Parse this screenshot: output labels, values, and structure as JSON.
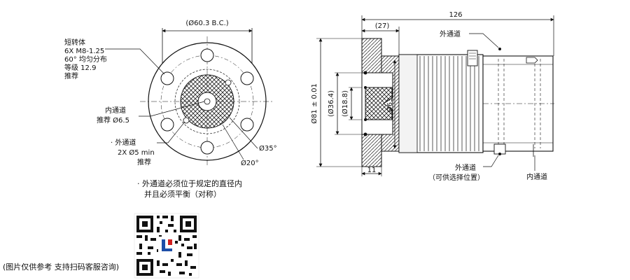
{
  "front_view": {
    "bolt_circle_dim": "(Ø60.3 B.C.)",
    "short_rotor_label": [
      "短转体",
      "6X M8-1.25",
      "60° 均匀分布",
      "等级 12.9",
      "推荐"
    ],
    "inner_channel_label": [
      "内通道",
      "推荐 Ø6.5"
    ],
    "outer_channel_label": [
      "· 外通道",
      "2X Ø5 min",
      "推荐"
    ],
    "angle_35": "Ø35°",
    "angle_20": "Ø20°",
    "note_lines": [
      "· 外通道必须位于规定的直径内",
      "并且必须平衡（对称）"
    ]
  },
  "side_view": {
    "overall_length": "126",
    "flange_length": "(27)",
    "outer_top_label": "外通道",
    "dim_outer_dia": "Ø81 ± 0.01",
    "dim_36_4": "(Ø36.4)",
    "dim_18_8": "(Ø18.8)",
    "dim_63": "Ø63",
    "dim_11": "11",
    "outer_bottom_label": [
      "外通道",
      "（可供选择位置）"
    ],
    "inner_bottom_label": "内通道"
  },
  "footer": {
    "caption": "(图片仅供参考 支持扫码客服咨询)"
  },
  "colors": {
    "line": "#111111",
    "hatch": "#222222",
    "grey_body": "#cfcfcf",
    "qr_logo_blue": "#1e4fa8",
    "qr_logo_red": "#d22020"
  }
}
